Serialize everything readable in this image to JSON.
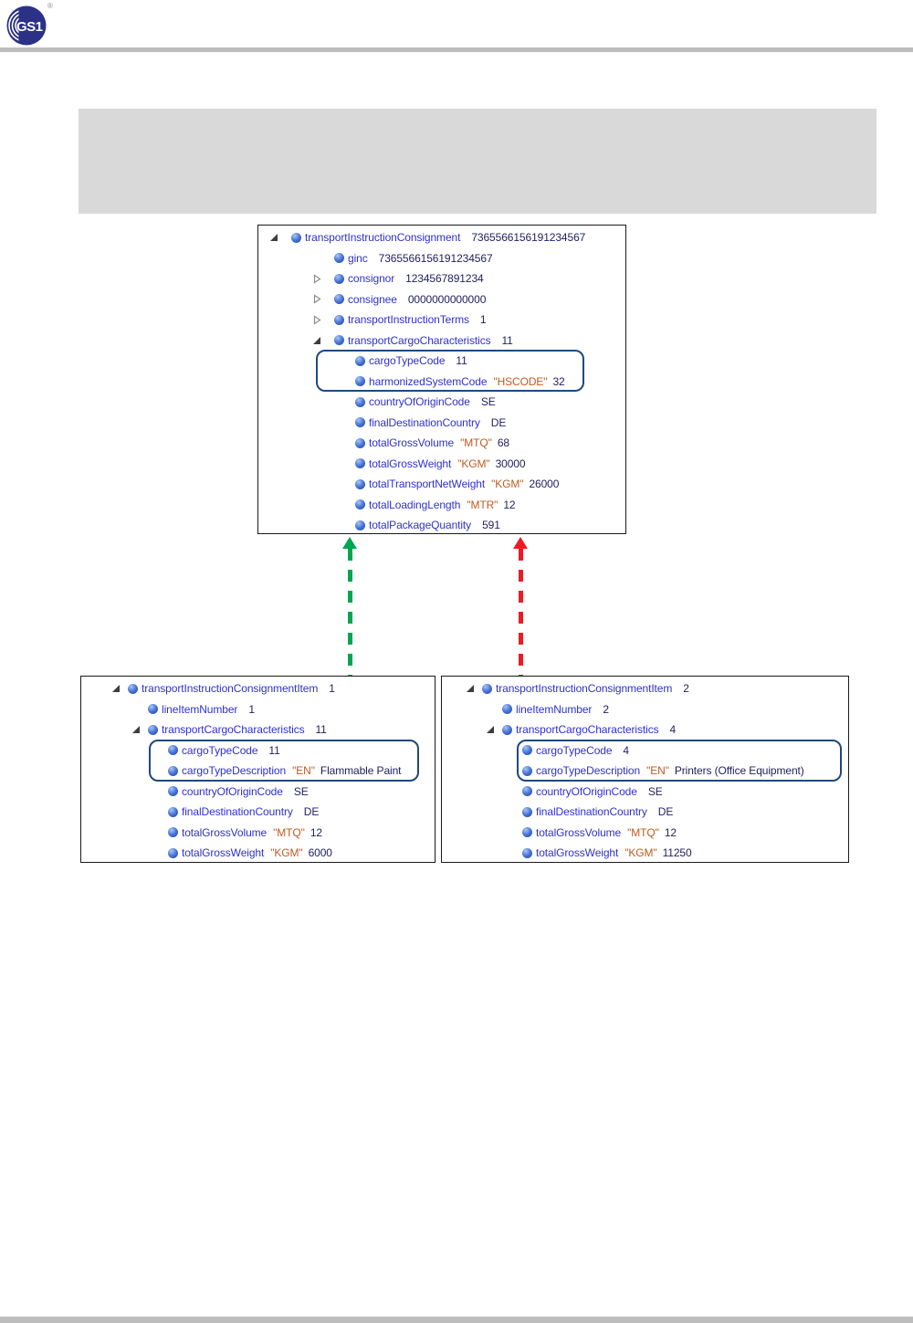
{
  "header": {
    "logo_text": "GS1",
    "registered_mark": "®"
  },
  "colors": {
    "logo_blue": "#2B3187",
    "element_name": "#3030CE",
    "value_text": "#1F1F5E",
    "attribute_text": "#C05A20",
    "highlight_border": "#1F497D",
    "panel_border": "#1A1A1A",
    "arrow_green": "#00A650",
    "arrow_red": "#EC1B24",
    "gray_box": "#D9D9D9",
    "rule_gray": "#BDBDBD"
  },
  "panels": [
    {
      "id": "consignment",
      "rows": [
        {
          "name": "transportInstructionConsignment",
          "value": "7365566156191234567",
          "level": 0,
          "expander": "expanded"
        },
        {
          "name": "ginc",
          "value": "7365566156191234567",
          "level": 1,
          "expander": "none"
        },
        {
          "name": "consignor",
          "value": "1234567891234",
          "level": 1,
          "expander": "collapsed"
        },
        {
          "name": "consignee",
          "value": "0000000000000",
          "level": 1,
          "expander": "collapsed"
        },
        {
          "name": "transportInstructionTerms",
          "value": "1",
          "level": 1,
          "expander": "collapsed"
        },
        {
          "name": "transportCargoCharacteristics",
          "value": "11",
          "level": 1,
          "expander": "expanded"
        },
        {
          "name": "cargoTypeCode",
          "value": "11",
          "level": 2,
          "expander": "none"
        },
        {
          "name": "harmonizedSystemCode",
          "attr": "\"HSCODE\"",
          "value": "32",
          "level": 2,
          "expander": "none"
        },
        {
          "name": "countryOfOriginCode",
          "value": "SE",
          "level": 2,
          "expander": "none"
        },
        {
          "name": "finalDestinationCountry",
          "value": "DE",
          "level": 2,
          "expander": "none"
        },
        {
          "name": "totalGrossVolume",
          "attr": "\"MTQ\"",
          "value": "68",
          "level": 2,
          "expander": "none"
        },
        {
          "name": "totalGrossWeight",
          "attr": "\"KGM\"",
          "value": "30000",
          "level": 2,
          "expander": "none"
        },
        {
          "name": "totalTransportNetWeight",
          "attr": "\"KGM\"",
          "value": "26000",
          "level": 2,
          "expander": "none"
        },
        {
          "name": "totalLoadingLength",
          "attr": "\"MTR\"",
          "value": "12",
          "level": 2,
          "expander": "none"
        },
        {
          "name": "totalPackageQuantity",
          "value": "591",
          "level": 2,
          "expander": "none"
        }
      ]
    },
    {
      "id": "item1",
      "rows": [
        {
          "name": "transportInstructionConsignmentItem",
          "value": "1",
          "level": 0,
          "expander": "expanded"
        },
        {
          "name": "lineItemNumber",
          "value": "1",
          "level": 1,
          "expander": "none"
        },
        {
          "name": "transportCargoCharacteristics",
          "value": "11",
          "level": 1,
          "expander": "expanded"
        },
        {
          "name": "cargoTypeCode",
          "value": "11",
          "level": 2,
          "expander": "none"
        },
        {
          "name": "cargoTypeDescription",
          "attr": "\"EN\"",
          "value": "Flammable Paint",
          "level": 2,
          "expander": "none"
        },
        {
          "name": "countryOfOriginCode",
          "value": "SE",
          "level": 2,
          "expander": "none"
        },
        {
          "name": "finalDestinationCountry",
          "value": "DE",
          "level": 2,
          "expander": "none"
        },
        {
          "name": "totalGrossVolume",
          "attr": "\"MTQ\"",
          "value": "12",
          "level": 2,
          "expander": "none"
        },
        {
          "name": "totalGrossWeight",
          "attr": "\"KGM\"",
          "value": "6000",
          "level": 2,
          "expander": "none"
        }
      ]
    },
    {
      "id": "item2",
      "rows": [
        {
          "name": "transportInstructionConsignmentItem",
          "value": "2",
          "level": 0,
          "expander": "expanded"
        },
        {
          "name": "lineItemNumber",
          "value": "2",
          "level": 1,
          "expander": "none"
        },
        {
          "name": "transportCargoCharacteristics",
          "value": "4",
          "level": 1,
          "expander": "expanded"
        },
        {
          "name": "cargoTypeCode",
          "value": "4",
          "level": 2,
          "expander": "none"
        },
        {
          "name": "cargoTypeDescription",
          "attr": "\"EN\"",
          "value": "Printers (Office Equipment)",
          "level": 2,
          "expander": "none"
        },
        {
          "name": "countryOfOriginCode",
          "value": "SE",
          "level": 2,
          "expander": "none"
        },
        {
          "name": "finalDestinationCountry",
          "value": "DE",
          "level": 2,
          "expander": "none"
        },
        {
          "name": "totalGrossVolume",
          "attr": "\"MTQ\"",
          "value": "12",
          "level": 2,
          "expander": "none"
        },
        {
          "name": "totalGrossWeight",
          "attr": "\"KGM\"",
          "value": "11250",
          "level": 2,
          "expander": "none"
        }
      ]
    }
  ]
}
